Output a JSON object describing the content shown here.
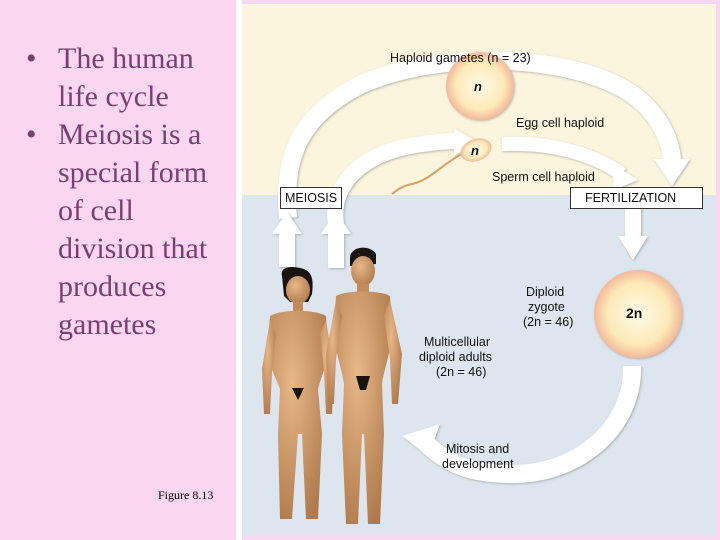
{
  "bullets": [
    {
      "marker": "•",
      "text": "The human life cycle"
    },
    {
      "marker": "•",
      "text": "Meiosis is a special form of cell division that produces gametes"
    }
  ],
  "figure_caption": "Figure 8.13",
  "diagram": {
    "haploid_gametes": "Haploid gametes (n = 23)",
    "egg_cell_n": "n",
    "sperm_cell_n": "n",
    "egg_label": "Egg cell haploid",
    "sperm_label": "Sperm cell haploid",
    "meiosis": "MEIOSIS",
    "fertilization": "FERTILIZATION",
    "zygote_label_1": "Diploid",
    "zygote_label_2": "zygote",
    "zygote_label_3": "(2n = 46)",
    "zygote_cell": "2n",
    "adults_label_1": "Multicellular",
    "adults_label_2": "diploid adults",
    "adults_label_3": "(2n = 46)",
    "mitosis_label_1": "Mitosis and",
    "mitosis_label_2": "development",
    "colors": {
      "haploid_bg": "#fbf5dd",
      "diploid_bg": "#dde6ee",
      "cell_fill": "#fde9b8",
      "cell_ring": "#f3b99a",
      "arrow": "#ffffff",
      "bullet_text": "#7a3f72",
      "slide_bg": "#fbd6f1"
    }
  }
}
